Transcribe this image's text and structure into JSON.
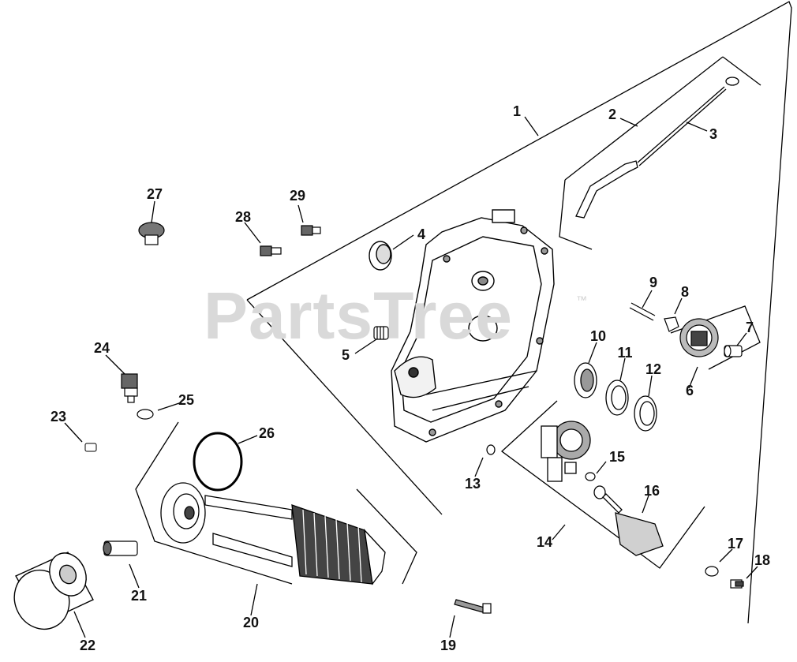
{
  "watermark": {
    "text": "PartsTree",
    "trademark": "™"
  },
  "callouts": [
    {
      "id": "c1",
      "label": "1"
    },
    {
      "id": "c2",
      "label": "2"
    },
    {
      "id": "c3",
      "label": "3"
    },
    {
      "id": "c4",
      "label": "4"
    },
    {
      "id": "c5",
      "label": "5"
    },
    {
      "id": "c6",
      "label": "6"
    },
    {
      "id": "c7",
      "label": "7"
    },
    {
      "id": "c8",
      "label": "8"
    },
    {
      "id": "c9",
      "label": "9"
    },
    {
      "id": "c10",
      "label": "10"
    },
    {
      "id": "c11",
      "label": "11"
    },
    {
      "id": "c12",
      "label": "12"
    },
    {
      "id": "c13",
      "label": "13"
    },
    {
      "id": "c14",
      "label": "14"
    },
    {
      "id": "c15",
      "label": "15"
    },
    {
      "id": "c16",
      "label": "16"
    },
    {
      "id": "c17",
      "label": "17"
    },
    {
      "id": "c18",
      "label": "18"
    },
    {
      "id": "c19",
      "label": "19"
    },
    {
      "id": "c20",
      "label": "20"
    },
    {
      "id": "c21",
      "label": "21"
    },
    {
      "id": "c22",
      "label": "22"
    },
    {
      "id": "c23",
      "label": "23"
    },
    {
      "id": "c24",
      "label": "24"
    },
    {
      "id": "c25",
      "label": "25"
    },
    {
      "id": "c26",
      "label": "26"
    },
    {
      "id": "c27",
      "label": "27"
    },
    {
      "id": "c28",
      "label": "28"
    },
    {
      "id": "c29",
      "label": "29"
    }
  ]
}
